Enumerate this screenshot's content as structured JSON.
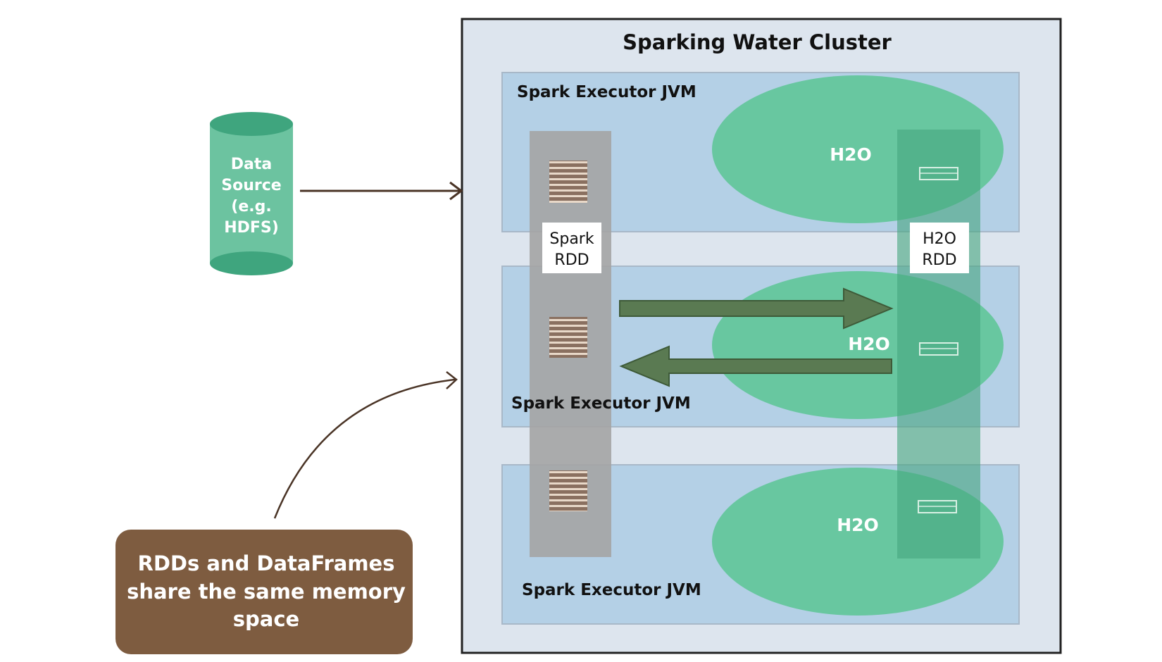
{
  "cluster": {
    "title": "Sparking Water Cluster"
  },
  "data_source": {
    "lines": [
      "Data",
      "Source",
      "(e.g.",
      "HDFS)"
    ]
  },
  "executors": [
    {
      "label": "Spark Executor JVM",
      "h2o_label": "H2O"
    },
    {
      "label": "Spark Executor JVM",
      "h2o_label": "H2O"
    },
    {
      "label": "Spark Executor JVM",
      "h2o_label": "H2O"
    }
  ],
  "spark_rdd": {
    "lines": [
      "Spark",
      "RDD"
    ]
  },
  "h2o_rdd": {
    "lines": [
      "H2O",
      "RDD"
    ]
  },
  "note": {
    "lines": [
      "RDDs and DataFrames",
      "share the same memory",
      "space"
    ]
  },
  "colors": {
    "cluster_bg": "#dde5ee",
    "executor_bg": "#b4d0e6",
    "h2o_ellipse": "#62c59a",
    "h2o_column": "#46a57e",
    "spark_column": "#a4a4a4",
    "data_block": "#8a7060",
    "cylinder_body": "#6cc3a0",
    "cylinder_cap": "#3fa57e",
    "big_arrow": "#5a7a52",
    "note_bg": "#7e5c40",
    "connector": "#4a3426"
  }
}
